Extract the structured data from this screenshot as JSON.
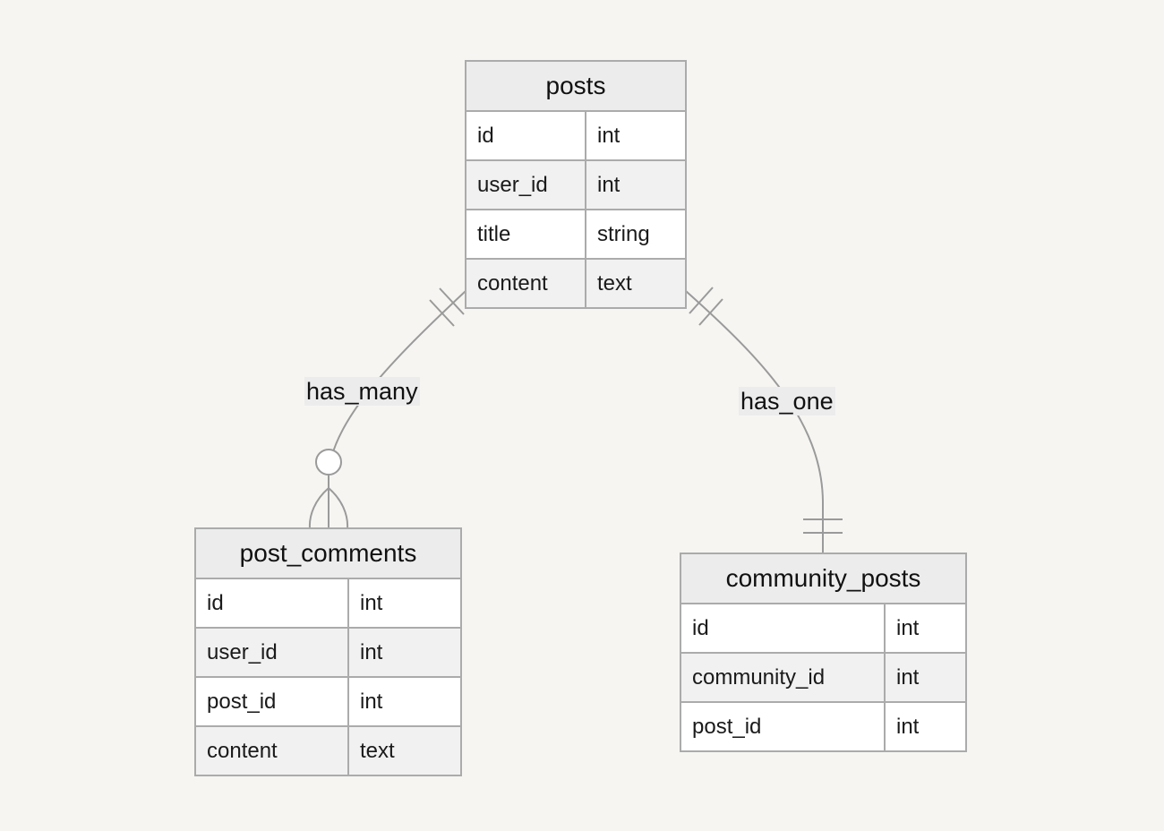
{
  "entities": {
    "posts": {
      "name": "posts",
      "fields": [
        {
          "name": "id",
          "type": "int"
        },
        {
          "name": "user_id",
          "type": "int"
        },
        {
          "name": "title",
          "type": "string"
        },
        {
          "name": "content",
          "type": "text"
        }
      ]
    },
    "post_comments": {
      "name": "post_comments",
      "fields": [
        {
          "name": "id",
          "type": "int"
        },
        {
          "name": "user_id",
          "type": "int"
        },
        {
          "name": "post_id",
          "type": "int"
        },
        {
          "name": "content",
          "type": "text"
        }
      ]
    },
    "community_posts": {
      "name": "community_posts",
      "fields": [
        {
          "name": "id",
          "type": "int"
        },
        {
          "name": "community_id",
          "type": "int"
        },
        {
          "name": "post_id",
          "type": "int"
        }
      ]
    }
  },
  "relationships": [
    {
      "label": "has_many",
      "from": "posts",
      "to": "post_comments",
      "from_cardinality": "exactly-one",
      "to_cardinality": "zero-or-many"
    },
    {
      "label": "has_one",
      "from": "posts",
      "to": "community_posts",
      "from_cardinality": "exactly-one",
      "to_cardinality": "exactly-one"
    }
  ],
  "colors": {
    "background": "#f6f5f2",
    "border": "#ababab",
    "header": "#ececec",
    "row_odd": "#ffffff",
    "row_even": "#f1f1f1",
    "edge": "#9a9a9a"
  }
}
